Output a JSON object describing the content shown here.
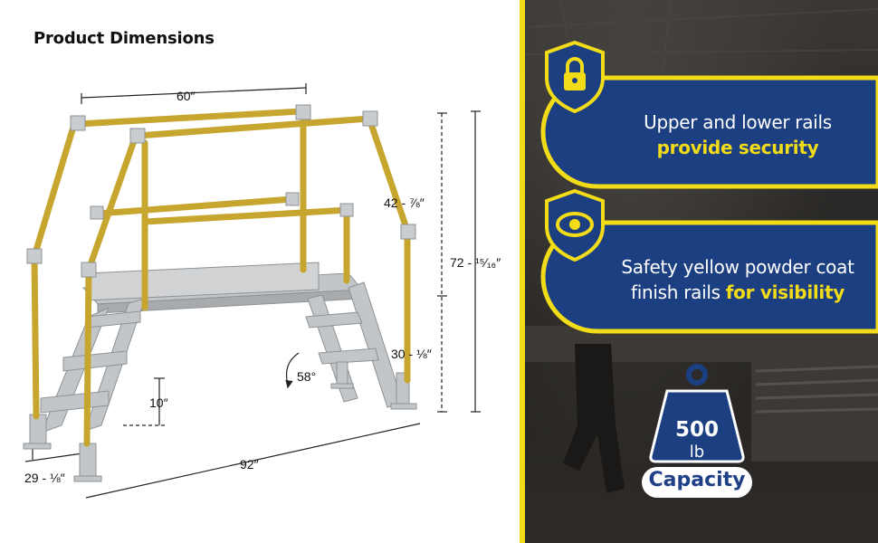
{
  "title": "Product Dimensions",
  "dimensions": {
    "width_top": "60″",
    "upper_rail_height": "42 - ⅞″",
    "total_height": "72 - ¹⁵⁄₁₆″",
    "lower_height": "30 - ⅛″",
    "step_rise": "10″",
    "angle": "58°",
    "overall_length": "92″",
    "base_width": "29 - ⅛″"
  },
  "features": [
    {
      "icon": "lock-icon",
      "line1": "Upper and lower rails",
      "highlight": "provide security"
    },
    {
      "icon": "eye-icon",
      "line1": "Safety yellow powder coat",
      "line2_plain": "finish rails ",
      "highlight": "for visibility"
    }
  ],
  "capacity": {
    "value": "500",
    "unit": "lb",
    "label": "Capacity"
  },
  "colors": {
    "navy": "#1c3f82",
    "yellow": "#f2dc17",
    "rail_yellow": "#c8a72e",
    "aluminum": "#b5b8bb"
  }
}
